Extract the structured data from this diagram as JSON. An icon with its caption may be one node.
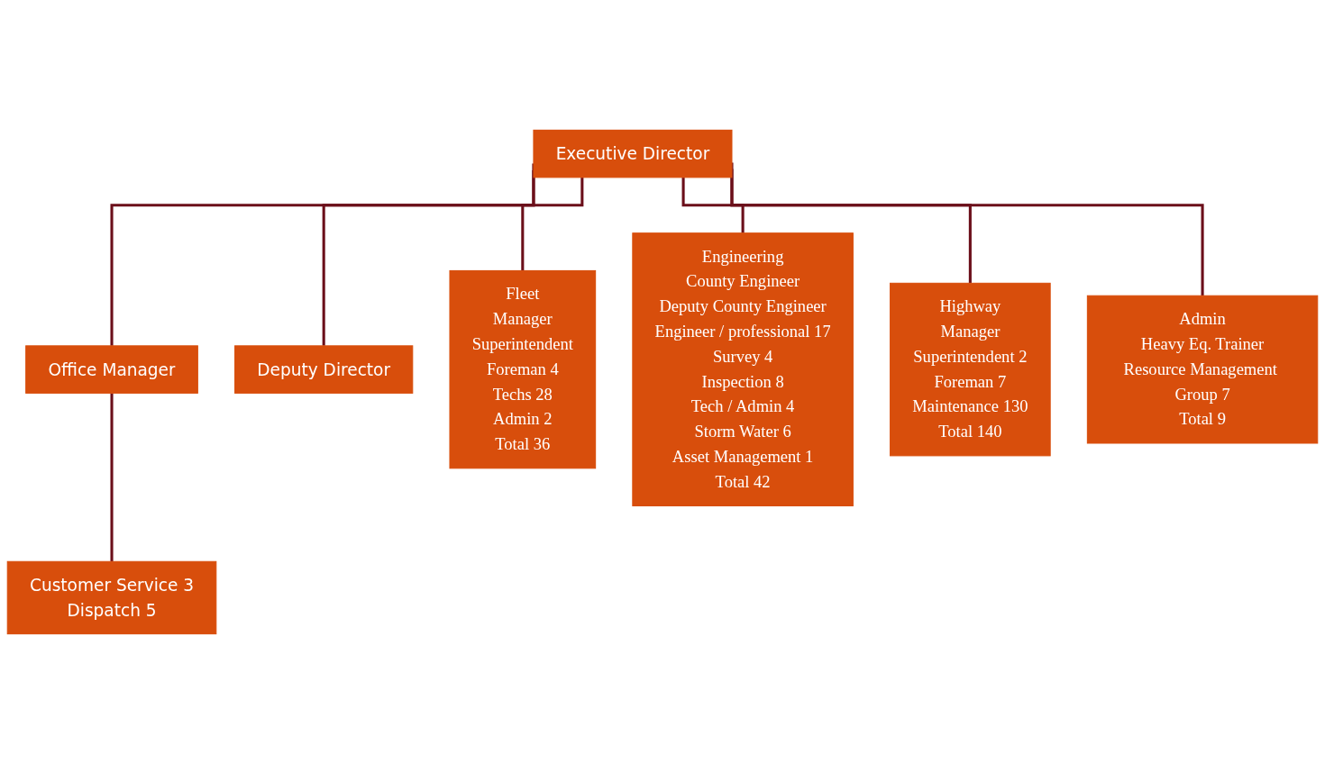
{
  "diagram": {
    "nodes": [
      {
        "text": [
          "Executive Director"
        ]
      },
      {
        "text": [
          "Office Manager"
        ]
      },
      {
        "text": [
          "Deputy Director"
        ]
      },
      {
        "text": [
          "Customer Service 3",
          "Dispatch 5"
        ]
      },
      {
        "text": [
          "Fleet",
          "Manager",
          "Superintendent",
          "Foreman 4",
          "Techs 28",
          "Admin 2",
          "Total 36"
        ]
      },
      {
        "text": [
          "Engineering",
          "County Engineer",
          "Deputy County Engineer",
          "Engineer / professional 17",
          "Survey 4",
          "Inspection 8",
          "Tech / Admin 4",
          "Storm Water 6",
          "Asset Management 1",
          "Total 42"
        ]
      },
      {
        "text": [
          "Highway",
          "Manager",
          "Superintendent 2",
          "Foreman 7",
          "Maintenance 130",
          "Total 140"
        ]
      },
      {
        "text": [
          "Admin",
          "Heavy Eq. Trainer",
          "Resource Management Group 7",
          "Total 9"
        ]
      }
    ],
    "edges": [
      {
        "from": 0,
        "to": 1,
        "arrow": "none"
      },
      {
        "from": 0,
        "to": 2,
        "arrow": "none"
      },
      {
        "from": 1,
        "to": 3,
        "arrow": "none"
      },
      {
        "from": 0,
        "to": 4,
        "arrow": "none"
      },
      {
        "from": 0,
        "to": 5,
        "arrow": "none"
      },
      {
        "from": 0,
        "to": 6,
        "arrow": "none"
      },
      {
        "from": 0,
        "to": 7,
        "arrow": "none"
      }
    ]
  }
}
